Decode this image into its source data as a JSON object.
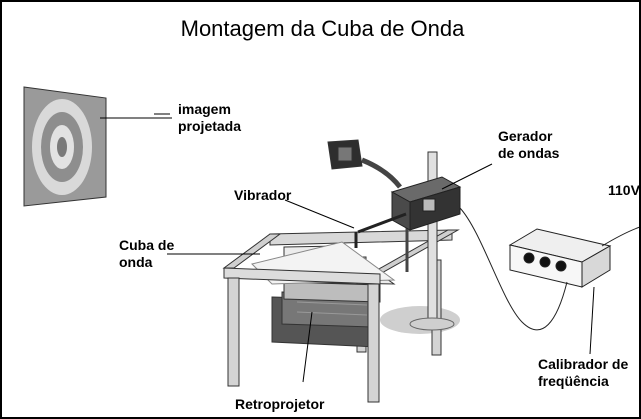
{
  "title": "Montagem da Cuba de Onda",
  "labels": {
    "imagem_line1": "imagem",
    "imagem_line2": "projetada",
    "gerador_line1": "Gerador",
    "gerador_line2": "de ondas",
    "voltage": "110V",
    "vibrador": "Vibrador",
    "cuba_line1": "Cuba de",
    "cuba_line2": "onda",
    "calibrador_line1": "Calibrador de",
    "calibrador_line2": "freqüência",
    "retroprojetor": "Retroprojetor"
  },
  "colors": {
    "screen_gray": "#9a9a9a",
    "ring_light": "#d9d9d9",
    "frame_fill": "#d4d4d4",
    "box_dark": "#3a3a3a"
  }
}
